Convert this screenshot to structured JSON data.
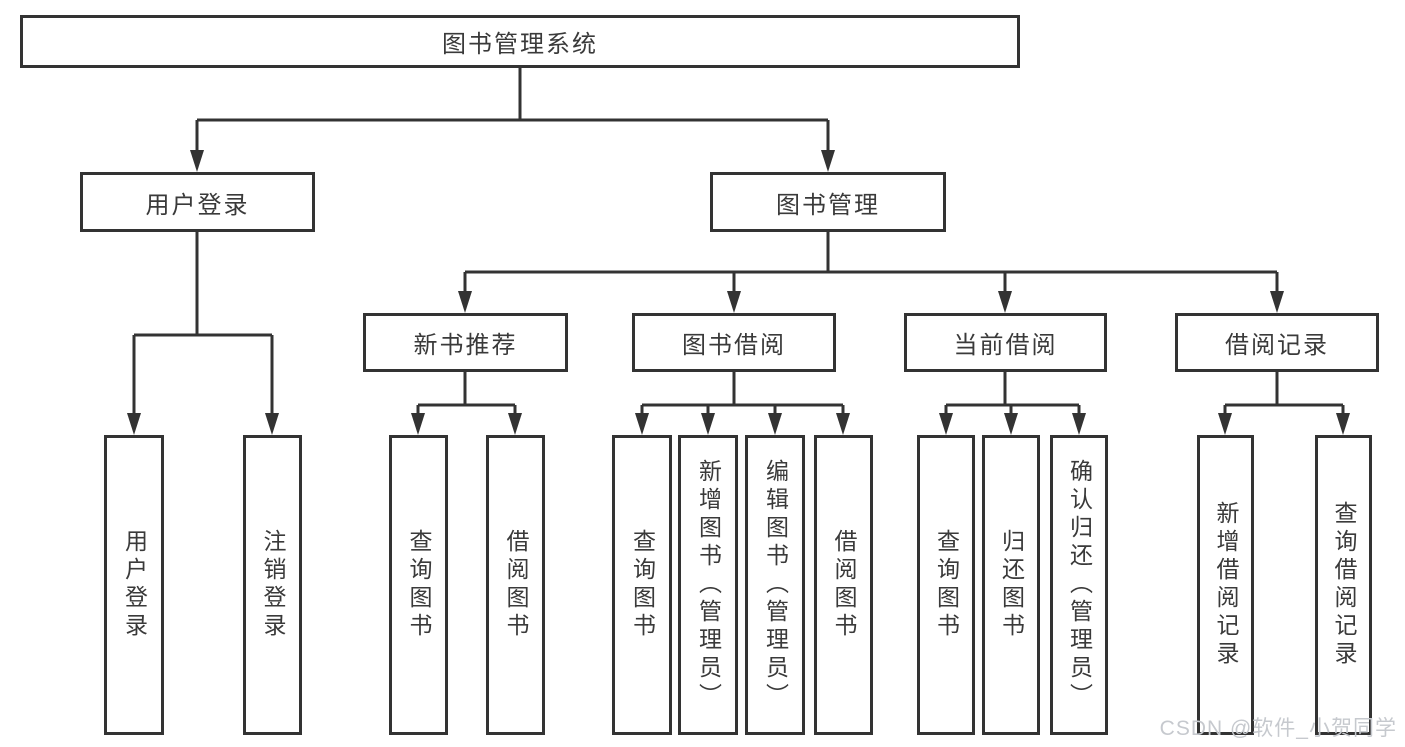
{
  "tree": {
    "label": "图书管理系统",
    "children": [
      {
        "label": "用户登录",
        "children": [
          {
            "label": "用户登录"
          },
          {
            "label": "注销登录"
          }
        ]
      },
      {
        "label": "图书管理",
        "children": [
          {
            "label": "新书推荐",
            "children": [
              {
                "label": "查询图书"
              },
              {
                "label": "借阅图书"
              }
            ]
          },
          {
            "label": "图书借阅",
            "children": [
              {
                "label": "查询图书"
              },
              {
                "label": "新增图书（管理员）"
              },
              {
                "label": "编辑图书（管理员）"
              },
              {
                "label": "借阅图书"
              }
            ]
          },
          {
            "label": "当前借阅",
            "children": [
              {
                "label": "查询图书"
              },
              {
                "label": "归还图书"
              },
              {
                "label": "确认归还（管理员）"
              }
            ]
          },
          {
            "label": "借阅记录",
            "children": [
              {
                "label": "新增借阅记录"
              },
              {
                "label": "查询借阅记录"
              }
            ]
          }
        ]
      }
    ]
  },
  "watermark": {
    "text": "CSDN @软件_小贺同学"
  },
  "colors": {
    "line": "#333333",
    "text": "#3a3a3a",
    "watermark": "#c6c9ce",
    "background": "#ffffff"
  }
}
